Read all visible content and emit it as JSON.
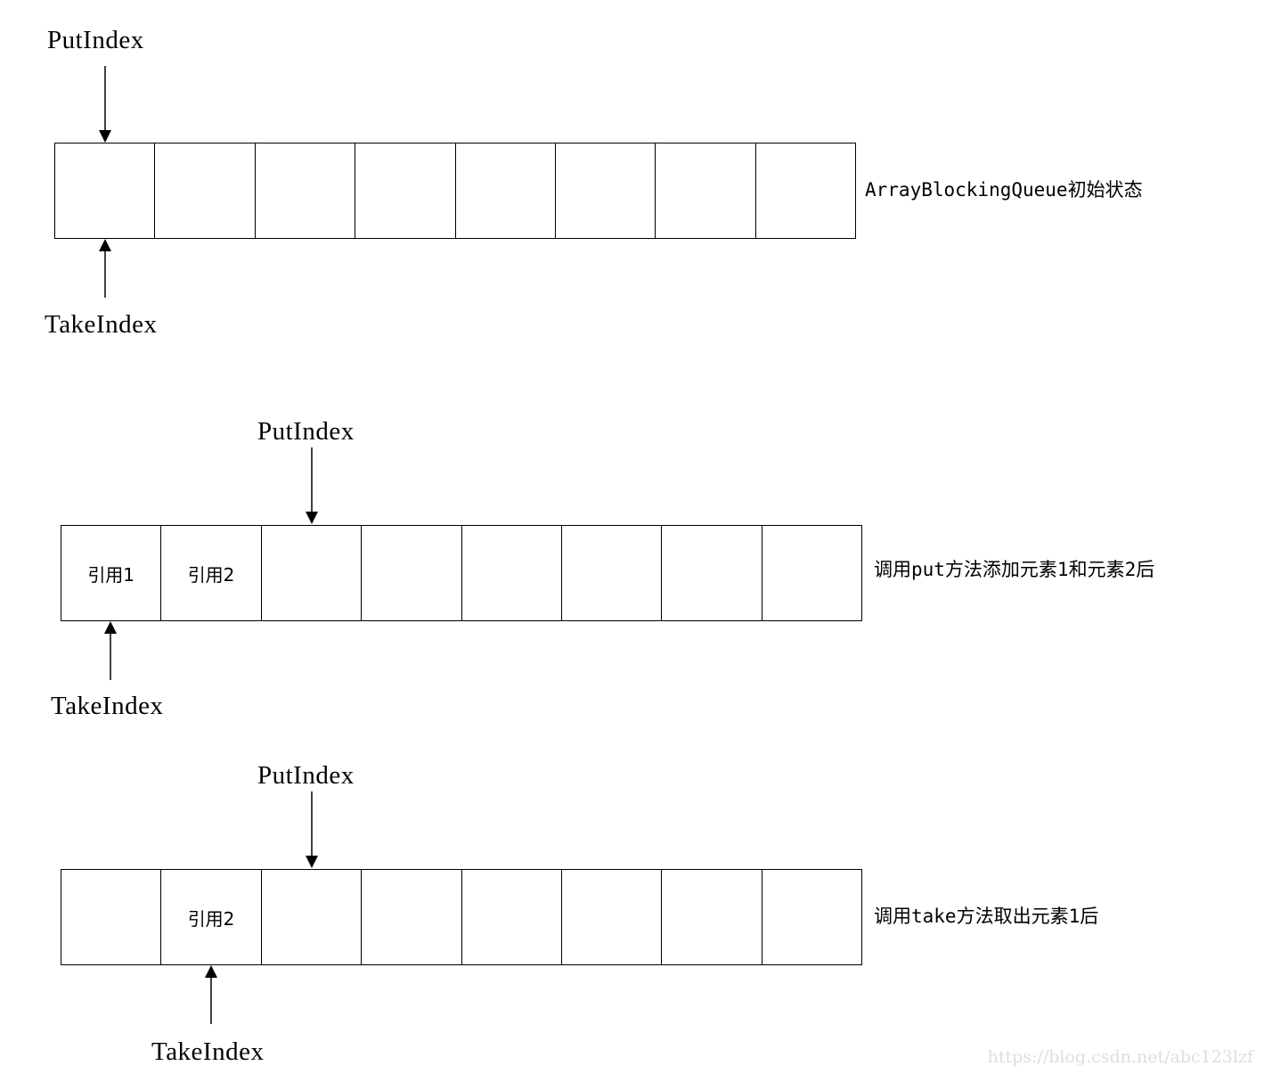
{
  "labels": {
    "put_index": "PutIndex",
    "take_index": "TakeIndex"
  },
  "states": [
    {
      "caption": "ArrayBlockingQueue初始状态",
      "cells": [
        "",
        "",
        "",
        "",
        "",
        "",
        "",
        ""
      ],
      "put_index": 0,
      "take_index": 0
    },
    {
      "caption": "调用put方法添加元素1和元素2后",
      "cells": [
        "引用1",
        "引用2",
        "",
        "",
        "",
        "",
        "",
        ""
      ],
      "put_index": 2,
      "take_index": 0
    },
    {
      "caption": "调用take方法取出元素1后",
      "cells": [
        "",
        "引用2",
        "",
        "",
        "",
        "",
        "",
        ""
      ],
      "put_index": 2,
      "take_index": 1
    }
  ],
  "watermark": "https://blog.csdn.net/abc123lzf",
  "colors": {
    "line": "#000000",
    "watermark": "#dedede"
  }
}
